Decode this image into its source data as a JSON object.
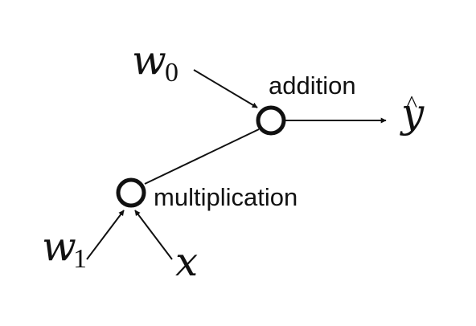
{
  "diagram": {
    "variables": {
      "w0": {
        "symbol": "w",
        "subscript": "0"
      },
      "w1": {
        "symbol": "w",
        "subscript": "1"
      },
      "x": {
        "symbol": "x"
      },
      "y_hat": {
        "symbol": "y",
        "accent": "^"
      }
    },
    "nodes": {
      "addition": {
        "label": "addition"
      },
      "multiplication": {
        "label": "multiplication"
      }
    },
    "colors": {
      "stroke": "#111111",
      "text": "#111111",
      "background": "#ffffff"
    }
  }
}
